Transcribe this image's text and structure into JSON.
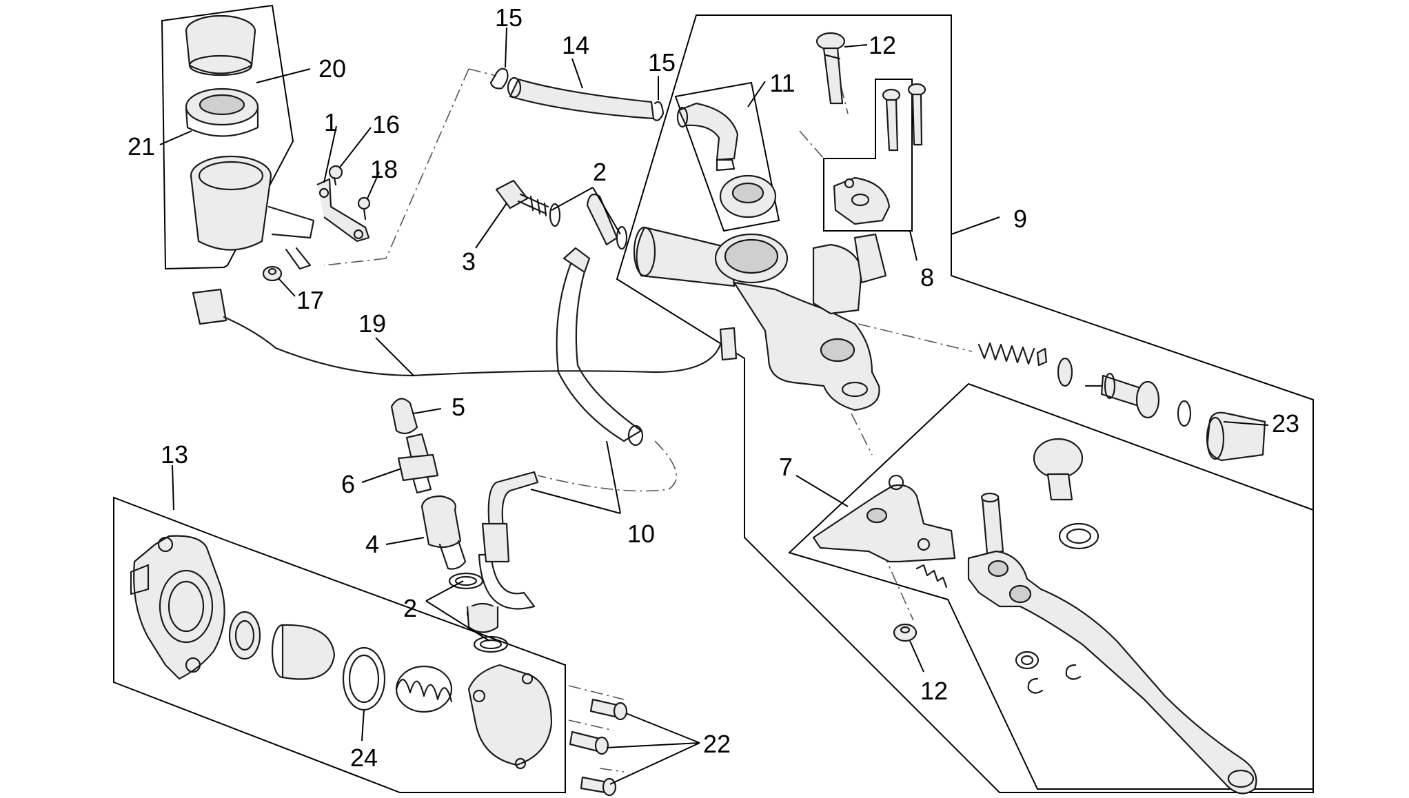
{
  "colors": {
    "background": "#ffffff",
    "line": "#1a1a1a",
    "shade": "#ececec"
  },
  "callouts": [
    {
      "id": "c1",
      "text": "1"
    },
    {
      "id": "c2a",
      "text": "2"
    },
    {
      "id": "c2b",
      "text": "2"
    },
    {
      "id": "c3",
      "text": "3"
    },
    {
      "id": "c4",
      "text": "4"
    },
    {
      "id": "c5",
      "text": "5"
    },
    {
      "id": "c6",
      "text": "6"
    },
    {
      "id": "c7",
      "text": "7"
    },
    {
      "id": "c8",
      "text": "8"
    },
    {
      "id": "c9",
      "text": "9"
    },
    {
      "id": "c10",
      "text": "10"
    },
    {
      "id": "c11",
      "text": "11"
    },
    {
      "id": "c12a",
      "text": "12"
    },
    {
      "id": "c12b",
      "text": "12"
    },
    {
      "id": "c13",
      "text": "13"
    },
    {
      "id": "c14",
      "text": "14"
    },
    {
      "id": "c15a",
      "text": "15"
    },
    {
      "id": "c15b",
      "text": "15"
    },
    {
      "id": "c16",
      "text": "16"
    },
    {
      "id": "c17",
      "text": "17"
    },
    {
      "id": "c18",
      "text": "18"
    },
    {
      "id": "c19",
      "text": "19"
    },
    {
      "id": "c20",
      "text": "20"
    },
    {
      "id": "c21",
      "text": "21"
    },
    {
      "id": "c22",
      "text": "22"
    },
    {
      "id": "c23",
      "text": "23"
    },
    {
      "id": "c24",
      "text": "24"
    }
  ]
}
